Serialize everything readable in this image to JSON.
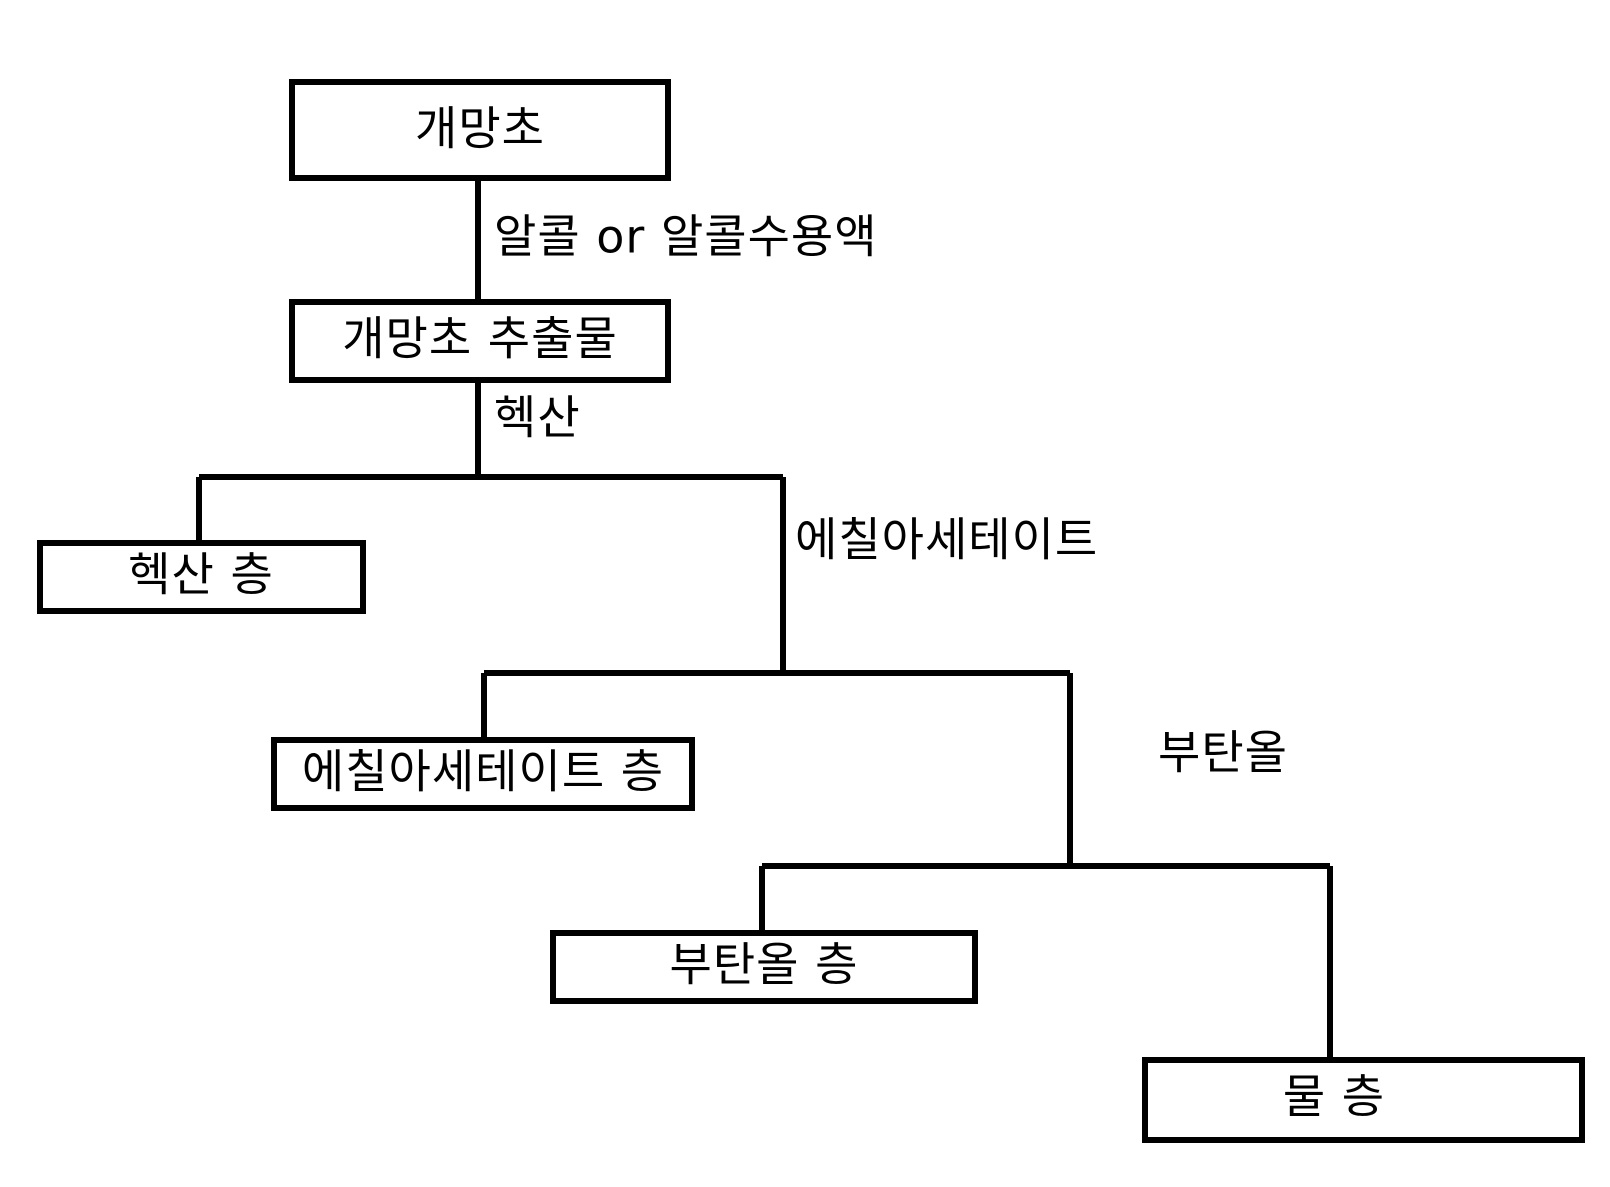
{
  "diagram": {
    "type": "solvent-fractionation-flowchart",
    "language": "ko",
    "background_color": "#ffffff",
    "line_color": "#000000",
    "text_color": "#000000",
    "nodes": [
      {
        "id": "plant",
        "label": "개망초"
      },
      {
        "id": "extract",
        "label": "개망초 추출물"
      },
      {
        "id": "hexane",
        "label": "헥산 층"
      },
      {
        "id": "etoac",
        "label": "에칠아세테이트 층"
      },
      {
        "id": "butanol",
        "label": "부탄올 층"
      },
      {
        "id": "water",
        "label": "물 층"
      }
    ],
    "edge_labels": [
      {
        "id": "alcohol",
        "label": "알콜 or 알콜수용액"
      },
      {
        "id": "hexane-solvent",
        "label": "헥산"
      },
      {
        "id": "etoac-solvent",
        "label": "에칠아세테이트"
      },
      {
        "id": "butanol-solvent",
        "label": "부탄올"
      }
    ]
  }
}
